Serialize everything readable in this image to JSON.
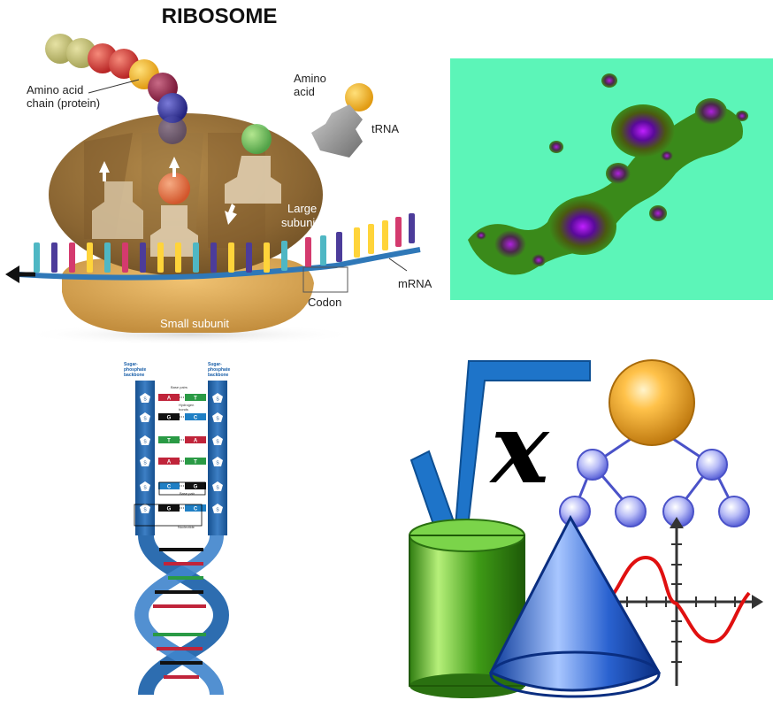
{
  "ribosome": {
    "title": "RIBOSOME",
    "amino_acid_chain": [
      "Amino acid",
      "chain (protein)"
    ],
    "amino_acid": [
      "Amino",
      "acid"
    ],
    "trna": "tRNA",
    "large_subunit": [
      "Large",
      "subunit"
    ],
    "small_subunit": "Small subunit",
    "codon": "Codon",
    "mrna": "mRNA"
  },
  "dna": {
    "left_backbone": [
      "Sugar-",
      "phosphate",
      "backbone"
    ],
    "right_backbone": [
      "Sugar-",
      "phosphate",
      "backbone"
    ],
    "base_pairs_label": "Base pairs",
    "hydrogen_bonds_label": [
      "Hydrogen",
      "bonds"
    ],
    "base_pair_label": "Base pair",
    "nucleotide_label": "Nucleotide",
    "sugar_letter": "S",
    "pairs": [
      {
        "left": "A",
        "right": "T",
        "lcolor": "#c0243a",
        "rcolor": "#2a9a45"
      },
      {
        "left": "G",
        "right": "C",
        "lcolor": "#111111",
        "rcolor": "#1f7fc4"
      },
      {
        "left": "T",
        "right": "A",
        "lcolor": "#2a9a45",
        "rcolor": "#c0243a"
      },
      {
        "left": "A",
        "right": "T",
        "lcolor": "#c0243a",
        "rcolor": "#2a9a45"
      },
      {
        "left": "C",
        "right": "G",
        "lcolor": "#1f7fc4",
        "rcolor": "#111111"
      },
      {
        "left": "G",
        "right": "C",
        "lcolor": "#111111",
        "rcolor": "#1f7fc4"
      }
    ]
  },
  "fractal": {
    "background": "#5cf5b8"
  },
  "math": {
    "variable": "x"
  }
}
